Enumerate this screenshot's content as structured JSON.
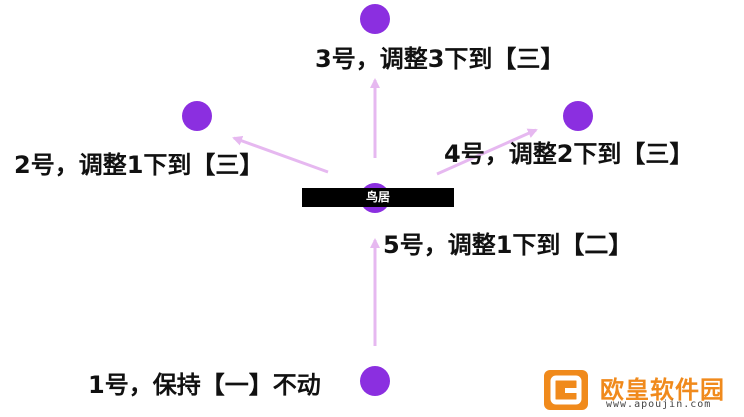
{
  "colors": {
    "node": "#8b2fe0",
    "arrow": "#e6b8f0",
    "bar": "#000000",
    "text": "#111111",
    "watermark": "#f08a1c"
  },
  "torii": {
    "label": "鸟居"
  },
  "positions": [
    {
      "id": "pos-1",
      "label": "1号，保持【一】不动"
    },
    {
      "id": "pos-2",
      "label": "2号，调整1下到【三】"
    },
    {
      "id": "pos-3",
      "label": "3号，调整3下到【三】"
    },
    {
      "id": "pos-4",
      "label": "4号，调整2下到【三】"
    },
    {
      "id": "pos-5",
      "label": "5号，调整1下到【二】"
    }
  ],
  "watermark": {
    "text": "欧皇软件园",
    "url": "www.apoujin.com",
    "icon": "logo-icon"
  }
}
